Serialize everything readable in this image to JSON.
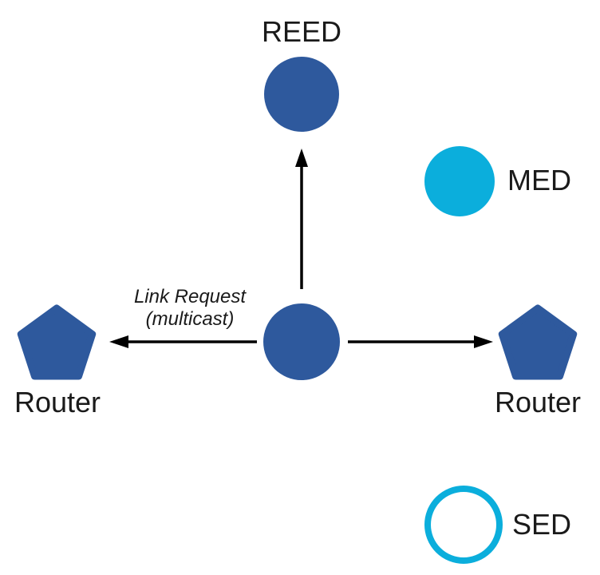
{
  "nodes": {
    "reed": {
      "label": "REED",
      "type": "filled-circle"
    },
    "center_device": {
      "label": "",
      "type": "filled-circle"
    },
    "router_left": {
      "label": "Router",
      "type": "pentagon"
    },
    "router_right": {
      "label": "Router",
      "type": "pentagon"
    }
  },
  "legend": {
    "med": {
      "label": "MED",
      "type": "filled-circle"
    },
    "sed": {
      "label": "SED",
      "type": "outline-circle"
    }
  },
  "annotation": {
    "line1": "Link Request",
    "line2": "(multicast)"
  },
  "colors": {
    "node_blue": "#2E599D",
    "node_cyan": "#0BAEDC",
    "arrow": "#000000",
    "text": "#1A1A1A"
  }
}
